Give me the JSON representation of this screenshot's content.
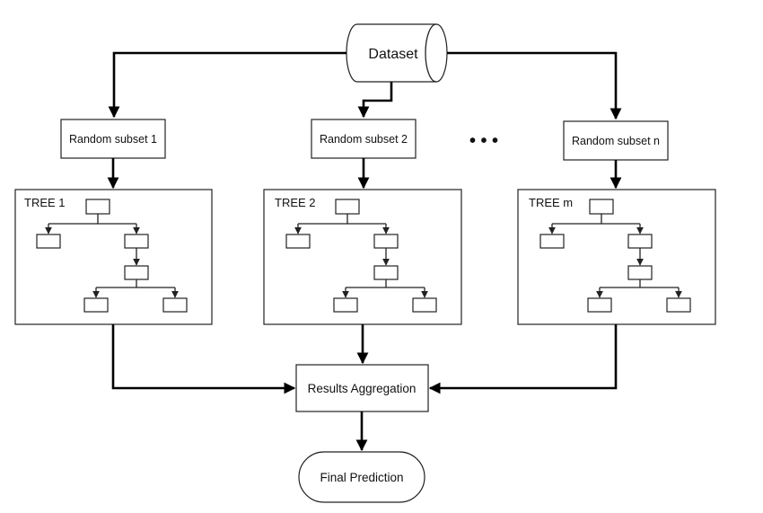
{
  "dataset": {
    "label": "Dataset"
  },
  "subsets": [
    {
      "label": "Random subset 1"
    },
    {
      "label": "Random subset 2"
    },
    {
      "label": "Random subset n"
    }
  ],
  "ellipsis": "• • •",
  "trees": [
    {
      "label": "TREE 1"
    },
    {
      "label": "TREE 2"
    },
    {
      "label": "TREE m"
    }
  ],
  "aggregation": {
    "label": "Results Aggregation"
  },
  "final": {
    "label": "Final Prediction"
  }
}
